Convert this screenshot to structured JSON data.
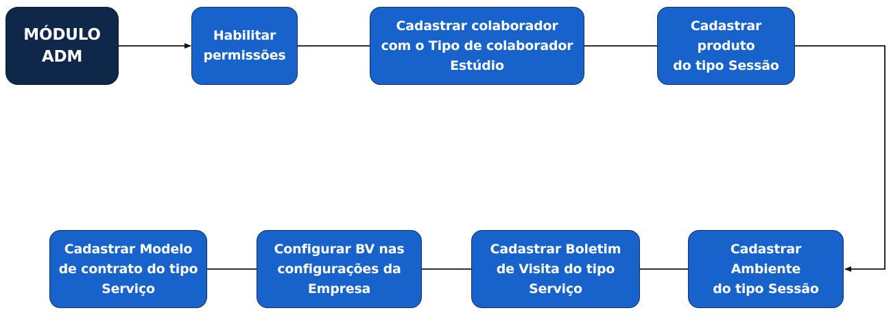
{
  "diagram": {
    "nodes": {
      "modulo": "MÓDULO\nADM",
      "habilitar": "Habilitar\npermissões",
      "colaborador": "Cadastrar colaborador\ncom o Tipo de colaborador\nEstúdio",
      "produto": "Cadastrar\nproduto\ndo tipo Sessão",
      "ambiente": "Cadastrar\nAmbiente\ndo tipo Sessão",
      "boletim": "Cadastrar Boletim\nde Visita do tipo\nServiço",
      "bv": "Configurar BV nas\nconfigurações da\nEmpresa",
      "contrato": "Cadastrar Modelo\nde contrato do tipo\nServiço"
    },
    "colors": {
      "start_fill": "#0f2748",
      "step_fill": "#1862cc",
      "border": "#12315e",
      "connector": "#111111",
      "text": "#ffffff"
    }
  }
}
